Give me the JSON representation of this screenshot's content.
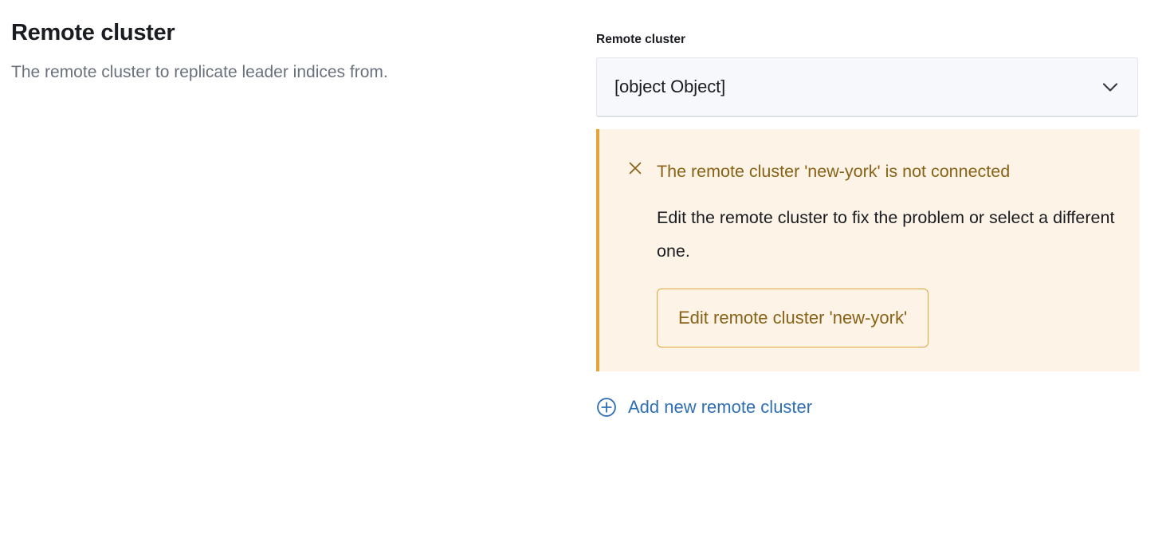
{
  "section": {
    "title": "Remote cluster",
    "description": "The remote cluster to replicate leader indices from."
  },
  "form": {
    "label": "Remote cluster",
    "select": {
      "value": "[object Object]",
      "chevron_icon": "chevron-down-icon"
    }
  },
  "callout": {
    "icon": "cross-icon",
    "title": "The remote cluster 'new-york' is not connected",
    "body": "Edit the remote cluster to fix the problem or select a different one.",
    "button_label": "Edit remote cluster 'new-york'",
    "accent_color": "#e5a33a",
    "background_color": "#fdf4e7",
    "text_color": "#8a6116"
  },
  "add_link": {
    "icon": "plus-in-circle-icon",
    "label": "Add new remote cluster",
    "color": "#2f6fb5"
  }
}
